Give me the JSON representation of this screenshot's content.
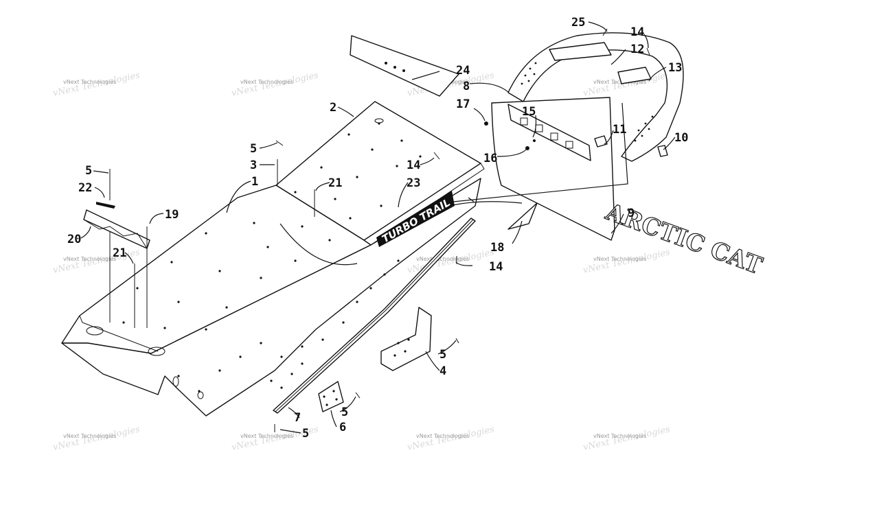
{
  "diagram": {
    "decal_text": "TURBO TRAIL",
    "mirrored_panel_text": "ARCTIC CAT",
    "watermark": "vNext Technologies",
    "callouts": [
      {
        "id": "c1",
        "label": "1"
      },
      {
        "id": "c2",
        "label": "2"
      },
      {
        "id": "c3",
        "label": "3"
      },
      {
        "id": "c4",
        "label": "4"
      },
      {
        "id": "c5a",
        "label": "5"
      },
      {
        "id": "c5b",
        "label": "5"
      },
      {
        "id": "c5c",
        "label": "5"
      },
      {
        "id": "c5d",
        "label": "5"
      },
      {
        "id": "c5e",
        "label": "5"
      },
      {
        "id": "c6",
        "label": "6"
      },
      {
        "id": "c7",
        "label": "7"
      },
      {
        "id": "c8",
        "label": "8"
      },
      {
        "id": "c9",
        "label": "9"
      },
      {
        "id": "c10",
        "label": "10"
      },
      {
        "id": "c11",
        "label": "11"
      },
      {
        "id": "c12",
        "label": "12"
      },
      {
        "id": "c13",
        "label": "13"
      },
      {
        "id": "c14a",
        "label": "14"
      },
      {
        "id": "c14b",
        "label": "14"
      },
      {
        "id": "c14c",
        "label": "14"
      },
      {
        "id": "c15",
        "label": "15"
      },
      {
        "id": "c16",
        "label": "16"
      },
      {
        "id": "c17",
        "label": "17"
      },
      {
        "id": "c18",
        "label": "18"
      },
      {
        "id": "c19",
        "label": "19"
      },
      {
        "id": "c20",
        "label": "20"
      },
      {
        "id": "c21a",
        "label": "21"
      },
      {
        "id": "c21b",
        "label": "21"
      },
      {
        "id": "c22",
        "label": "22"
      },
      {
        "id": "c23",
        "label": "23"
      },
      {
        "id": "c24",
        "label": "24"
      },
      {
        "id": "c25",
        "label": "25"
      }
    ]
  }
}
